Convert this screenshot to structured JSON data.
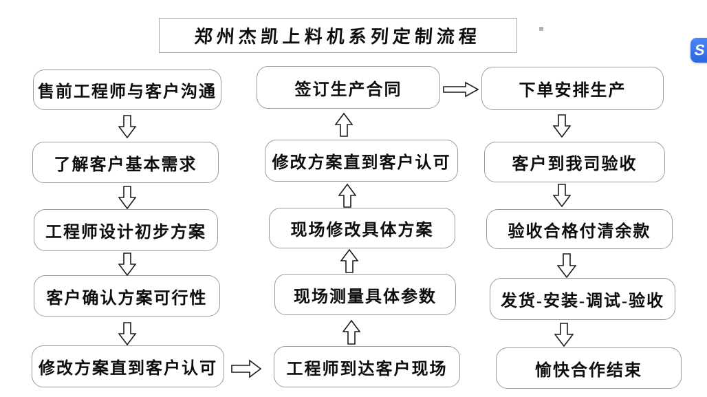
{
  "title": {
    "text": "郑州杰凯上料机系列定制流程"
  },
  "flow": {
    "left": [
      "售前工程师与客户沟通",
      "了解客户基本需求",
      "工程师设计初步方案",
      "客户确认方案可行性",
      "修改方案直到客户认可"
    ],
    "middle": [
      "签订生产合同",
      "修改方案直到客户认可",
      "现场修改具体方案",
      "现场测量具体参数",
      "工程师到达客户现场"
    ],
    "right": [
      "下单安排生产",
      "客户到我司验收",
      "验收合格付清余款",
      "发货-安装-调试-验收",
      "愉快合作结束"
    ]
  },
  "icons": {
    "down_arrow": "⇩",
    "up_arrow": "⇧",
    "right_arrow": "⇨",
    "app_badge_glyph": "S"
  },
  "colors": {
    "background": "#ffffff",
    "box_border": "#9b9b9b",
    "arrow_outline": "#1a1a1a",
    "badge_blue": "#2c66e0",
    "text": "#0d0d0d"
  }
}
